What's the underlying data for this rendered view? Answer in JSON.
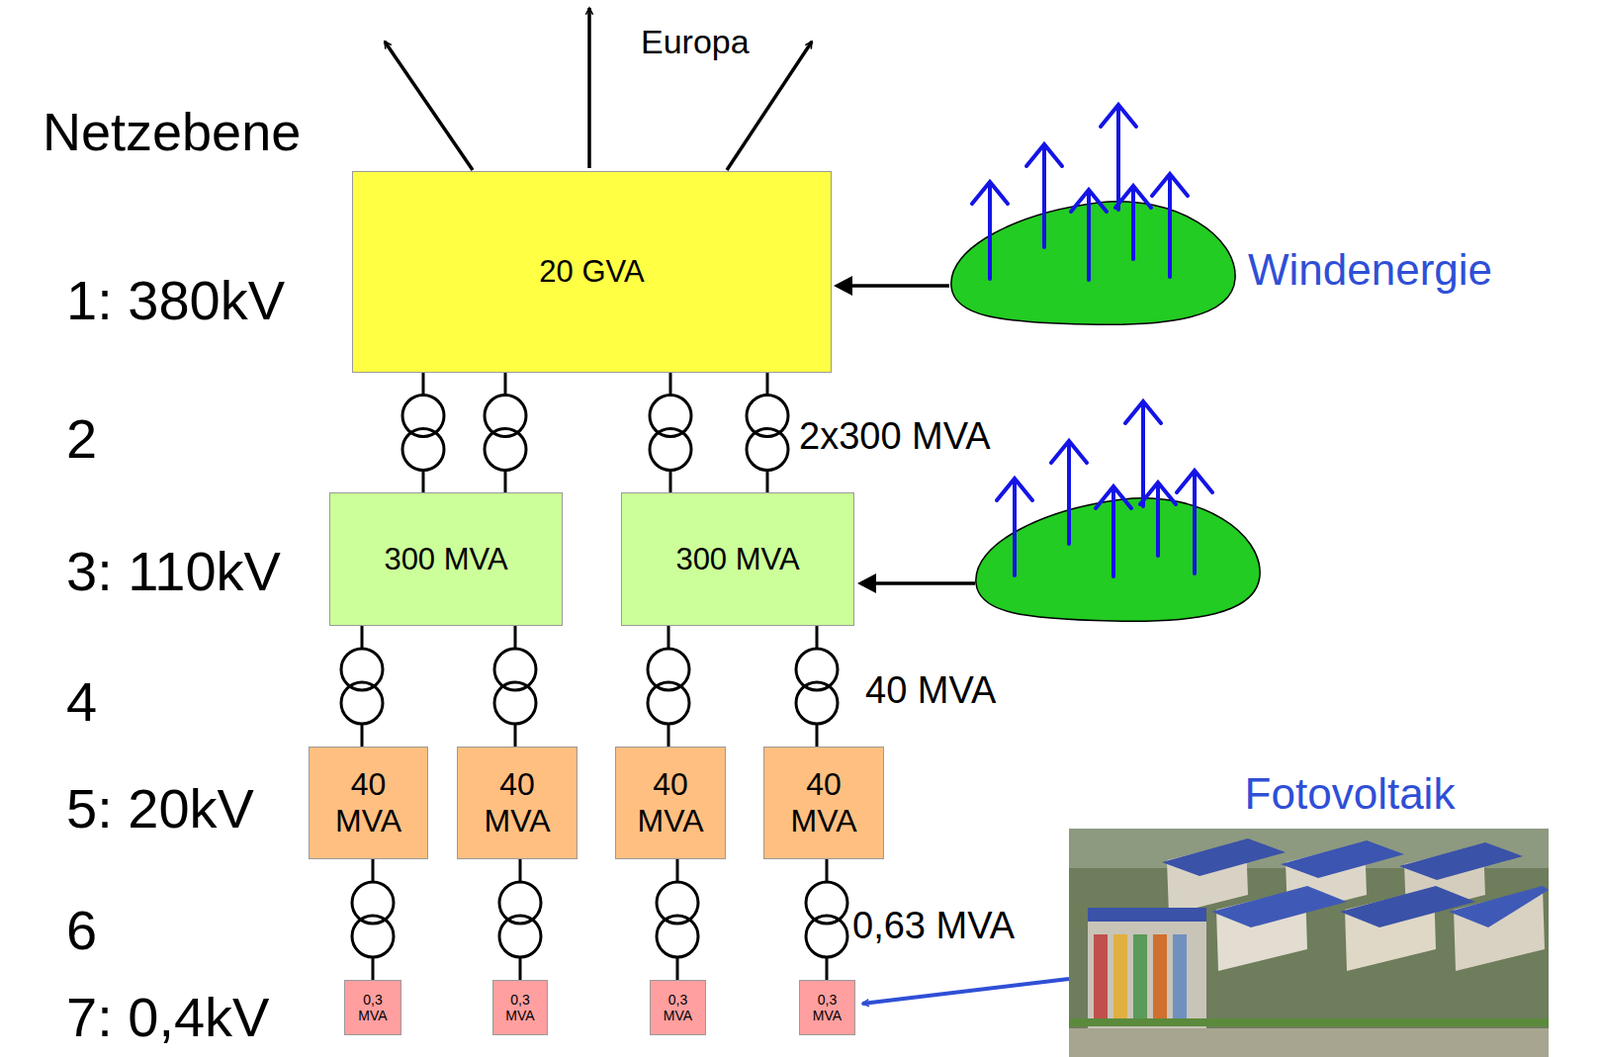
{
  "diagram": {
    "nodes": [
      {
        "text": [
          "20 GVA"
        ]
      },
      {
        "text": [
          "300 MVA"
        ]
      },
      {
        "text": [
          "300 MVA"
        ]
      },
      {
        "text": [
          "40 MVA"
        ]
      },
      {
        "text": [
          "40 MVA"
        ]
      },
      {
        "text": [
          "40 MVA"
        ]
      },
      {
        "text": [
          "40 MVA"
        ]
      },
      {
        "text": [
          "0,3 MVA"
        ]
      },
      {
        "text": [
          "0,3 MVA"
        ]
      },
      {
        "text": [
          "0,3 MVA"
        ]
      },
      {
        "text": [
          "0,3 MVA"
        ]
      }
    ],
    "edges": [
      {
        "from": 0,
        "to": 1,
        "arrow": "none"
      },
      {
        "from": 0,
        "to": 1,
        "arrow": "none"
      },
      {
        "from": 0,
        "to": 2,
        "arrow": "none"
      },
      {
        "from": 0,
        "to": 2,
        "arrow": "none"
      },
      {
        "from": 1,
        "to": 3,
        "arrow": "none"
      },
      {
        "from": 1,
        "to": 4,
        "arrow": "none"
      },
      {
        "from": 2,
        "to": 5,
        "arrow": "none"
      },
      {
        "from": 2,
        "to": 6,
        "arrow": "none"
      },
      {
        "from": 3,
        "to": 7,
        "arrow": "none"
      },
      {
        "from": 4,
        "to": 8,
        "arrow": "none"
      },
      {
        "from": 5,
        "to": 9,
        "arrow": "none"
      },
      {
        "from": 6,
        "to": 10,
        "arrow": "none"
      }
    ],
    "labels": [
      "Europa",
      "Netzebene",
      "1: 380kV",
      "2",
      "3: 110kV",
      "4",
      "5: 20kV",
      "6",
      "7: 0,4kV",
      "Windenergie",
      "2x300 MVA",
      "40 MVA",
      "Fotovoltaik",
      "0,63 MVA"
    ]
  }
}
